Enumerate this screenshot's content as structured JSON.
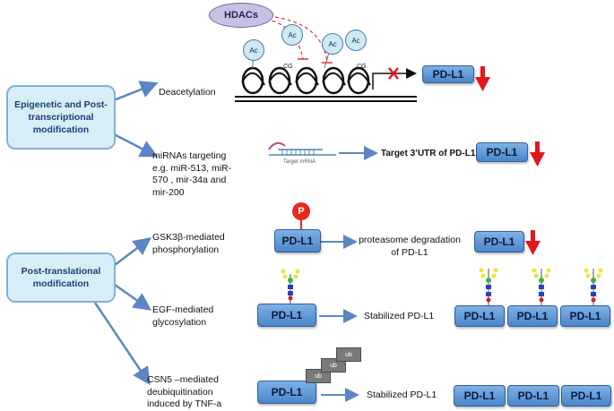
{
  "categories": {
    "epigenetic": "Epigenetic and Post-transcriptional modification",
    "post_translational": "Post-translational modification"
  },
  "mechanisms": {
    "deacetylation": "Deacetylation",
    "mirna": "miRNAs  targeting e.g. miR-513, miR-570 , mir-34a and mir-200",
    "gsk3b": "GSK3β-mediated phosphorylation",
    "egf": "EGF-mediated glycosylation",
    "csn5": "CSN5 –mediated deubiquitination induced by TNF-a"
  },
  "outcomes": {
    "target_utr": "Target 3’UTR of  PD-L1",
    "proteasome": "proteasome degradation of PD-L1",
    "stabilized_1": "Stabilized PD-L1",
    "stabilized_2": "Stabilized PD-L1"
  },
  "protein_label": "PD-L1",
  "hdac_label": "HDACs",
  "acetyl_label": "Ac",
  "cg_label": "CG",
  "target_mrna_label": "Target mRNA",
  "phospho_label": "P",
  "ub_label": "ub",
  "colors": {
    "category_fill": "#d8eef7",
    "category_border": "#7fb3d3",
    "pd_l1": "#5b93d3",
    "arrow": "#5b86c5",
    "down_arrow": "#e3161b",
    "hdac": "#c9c1e4"
  }
}
